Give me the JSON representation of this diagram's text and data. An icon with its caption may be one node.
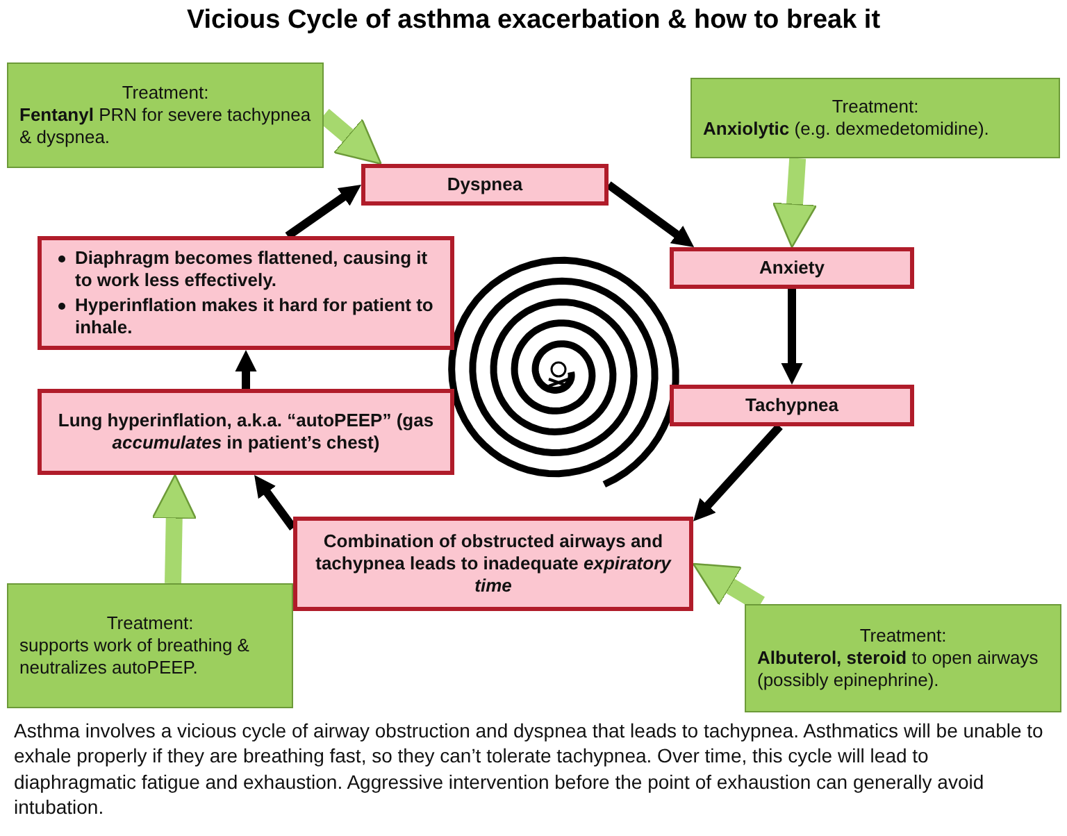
{
  "diagram": {
    "title": "Vicious Cycle of asthma exacerbation & how to break it",
    "nodes": [
      {
        "text": [
          "Treatment:",
          "**Fentanyl** PRN for severe tachypnea & dyspnea."
        ]
      },
      {
        "text": [
          "Treatment:",
          "**Anxiolytic** (e.g. dexmedetomidine)."
        ]
      },
      {
        "text": [
          "Dyspnea"
        ]
      },
      {
        "text": [
          "Anxiety"
        ]
      },
      {
        "text": [
          "Tachypnea"
        ]
      },
      {
        "text": [
          "Combination of obstructed airways and tachypnea leads to inadequate *expiratory time*"
        ]
      },
      {
        "text": [
          "Lung hyperinflation, a.k.a. “autoPEEP” (gas *accumulates* in patient’s chest)"
        ]
      },
      {
        "text": [
          "Diaphragm becomes flattened, causing it to work less effectively.",
          "Hyperinflation makes it hard for patient to inhale."
        ]
      },
      {
        "text": [
          "Treatment:",
          "supports work of breathing & neutralizes autoPEEP."
        ]
      },
      {
        "text": [
          "Treatment:",
          "**Albuterol, steroid** to open airways (possibly epinephrine)."
        ]
      }
    ],
    "edges": [
      {
        "from": 7,
        "to": 2,
        "arrow": "to"
      },
      {
        "from": 2,
        "to": 3,
        "arrow": "to"
      },
      {
        "from": 3,
        "to": 4,
        "arrow": "to"
      },
      {
        "from": 4,
        "to": 5,
        "arrow": "to"
      },
      {
        "from": 5,
        "to": 6,
        "arrow": "to"
      },
      {
        "from": 6,
        "to": 7,
        "arrow": "to"
      },
      {
        "from": 0,
        "to": 2,
        "arrow": "to",
        "style": "thick",
        "color": "#a6d86e"
      },
      {
        "from": 1,
        "to": 3,
        "arrow": "to",
        "style": "thick",
        "color": "#a6d86e"
      },
      {
        "from": 8,
        "to": 6,
        "arrow": "to",
        "style": "thick",
        "color": "#a6d86e"
      },
      {
        "from": 9,
        "to": 5,
        "arrow": "to",
        "style": "thick",
        "color": "#a6d86e"
      }
    ],
    "caption": "Asthma involves a vicious cycle of airway obstruction and dyspnea that leads to tachypnea. Asthmatics will be unable to exhale properly if they are breathing fast, so they can’t tolerate tachypnea. Over time, this cycle will lead to diaphragmatic fatigue and exhaustion. Aggressive intervention before the point of exhaustion can generally avoid intubation."
  }
}
